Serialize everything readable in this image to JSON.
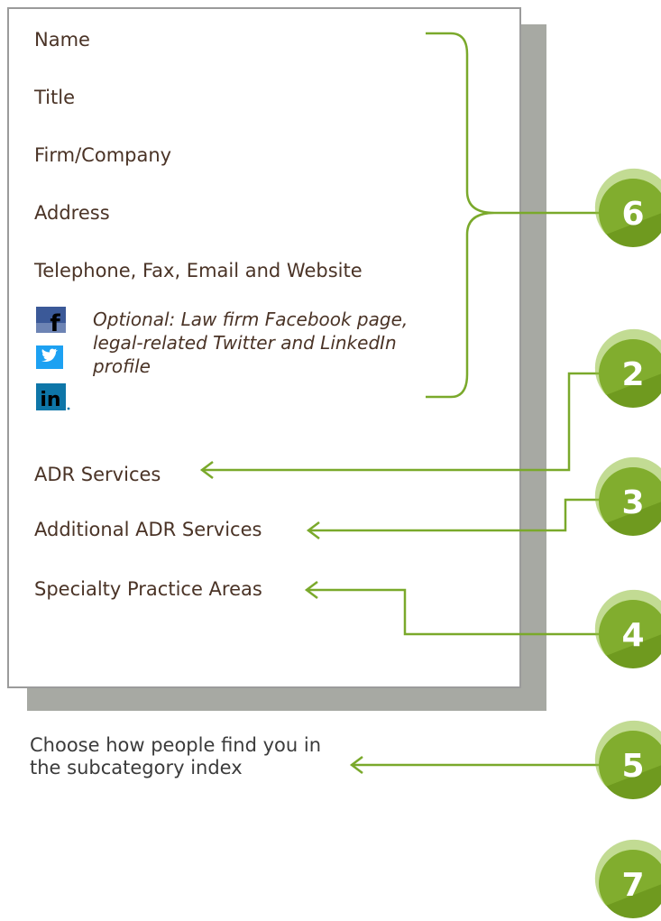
{
  "profile_card": {
    "name_label": "Name",
    "title_label": "Title",
    "firm_label": "Firm/Company",
    "address_label": "Address",
    "contact_label": "Telephone, Fax, Email and Website",
    "optional_note": "Optional: Law firm Facebook page, legal-related Twitter and LinkedIn profile",
    "social_icons": [
      {
        "icon": "facebook-icon",
        "glyph": "f",
        "color": "#3b5998"
      },
      {
        "icon": "twitter-icon",
        "glyph": "t",
        "color": "#1da1f2"
      },
      {
        "icon": "linkedin-icon",
        "glyph": "in",
        "color": "#0e76a8"
      }
    ],
    "adr_services_label": "ADR Services",
    "additional_adr_label": "Additional ADR Services",
    "specialty_label": "Specialty Practice Areas"
  },
  "subcategory_note": "Choose how people find you in the subcategory index",
  "badges": {
    "contact_block": "6",
    "adr_services": "2",
    "additional_adr": "3",
    "specialty": "4",
    "subcategory": "5",
    "extra": "7"
  },
  "colors": {
    "accent_green": "#7aa92b",
    "badge_green": "#6f9a1f",
    "text_brown": "#4a3326",
    "shadow_gray": "#a7a9a3"
  }
}
